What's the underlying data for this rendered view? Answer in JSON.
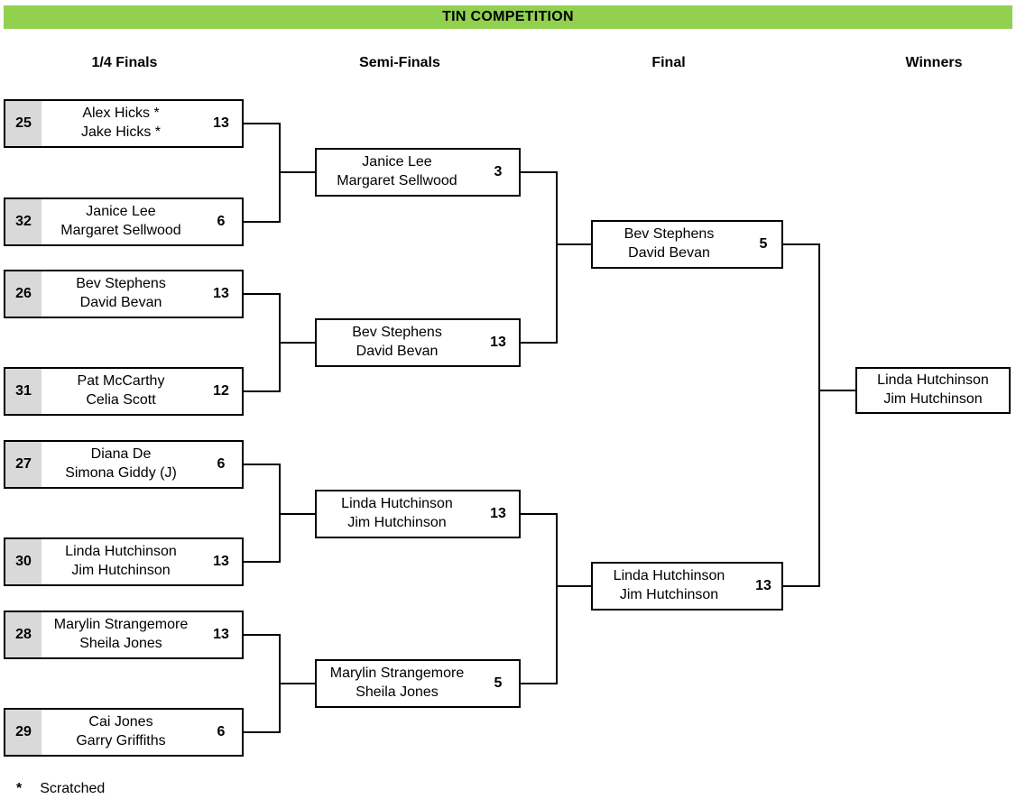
{
  "title": "TIN COMPETITION",
  "columns": {
    "quarter": "1/4 Finals",
    "semi": "Semi-Finals",
    "final": "Final",
    "winners": "Winners"
  },
  "colors": {
    "header_green": "#92D050",
    "seed_gray": "#D9D9D9"
  },
  "rounds": {
    "quarter": [
      {
        "seed": "25",
        "line1": "Alex Hicks *",
        "line2": "Jake Hicks *",
        "score": "13"
      },
      {
        "seed": "32",
        "line1": "Janice Lee",
        "line2": "Margaret Sellwood",
        "score": "6"
      },
      {
        "seed": "26",
        "line1": "Bev Stephens",
        "line2": "David Bevan",
        "score": "13"
      },
      {
        "seed": "31",
        "line1": "Pat McCarthy",
        "line2": "Celia Scott",
        "score": "12"
      },
      {
        "seed": "27",
        "line1": "Diana De",
        "line2": "Simona Giddy (J)",
        "score": "6"
      },
      {
        "seed": "30",
        "line1": "Linda Hutchinson",
        "line2": "Jim Hutchinson",
        "score": "13"
      },
      {
        "seed": "28",
        "line1": "Marylin Strangemore",
        "line2": "Sheila Jones",
        "score": "13"
      },
      {
        "seed": "29",
        "line1": "Cai Jones",
        "line2": "Garry Griffiths",
        "score": "6"
      }
    ],
    "semi": [
      {
        "line1": "Janice Lee",
        "line2": "Margaret Sellwood",
        "score": "3"
      },
      {
        "line1": "Bev Stephens",
        "line2": "David Bevan",
        "score": "13"
      },
      {
        "line1": "Linda Hutchinson",
        "line2": "Jim Hutchinson",
        "score": "13"
      },
      {
        "line1": "Marylin Strangemore",
        "line2": "Sheila Jones",
        "score": "5"
      }
    ],
    "final": [
      {
        "line1": "Bev Stephens",
        "line2": "David Bevan",
        "score": "5"
      },
      {
        "line1": "Linda Hutchinson",
        "line2": "Jim Hutchinson",
        "score": "13"
      }
    ],
    "winner": {
      "line1": "Linda Hutchinson",
      "line2": "Jim Hutchinson"
    }
  },
  "legend": {
    "symbol": "*",
    "label": "Scratched"
  }
}
